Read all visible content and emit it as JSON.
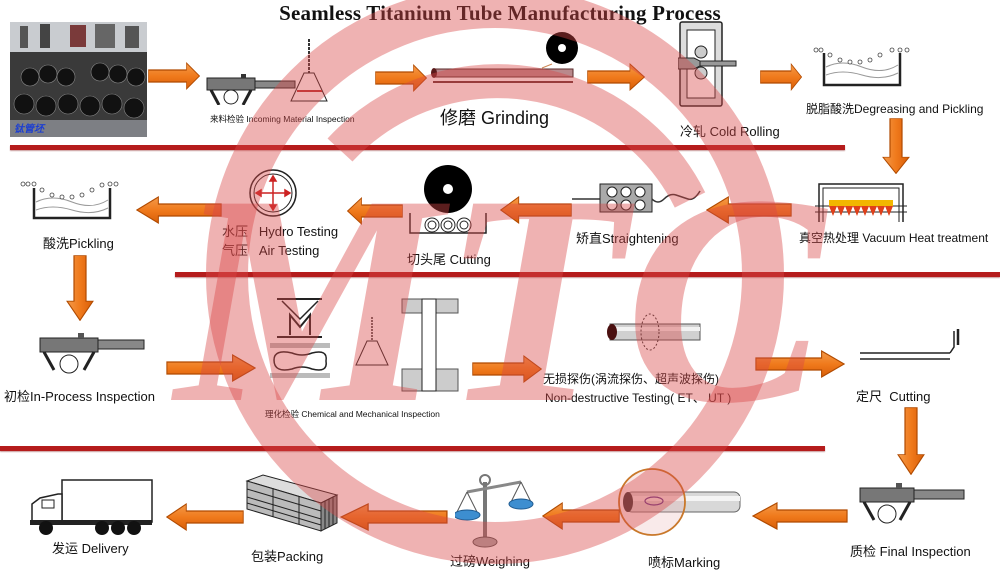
{
  "title": "Seamless Titanium Tube Manufacturing Process",
  "watermark": {
    "text": "MTC",
    "color": "#d94848"
  },
  "colors": {
    "arrow": "#f07a1c",
    "arrow_edge": "#b04a00",
    "rule": "#b51c1c"
  },
  "photo": {
    "caption": "钛管坯",
    "subject": "titanium tube stock photo"
  },
  "steps": [
    {
      "id": 1,
      "zh": "来料检验",
      "en": "Incoming Material Inspection",
      "icon": "caliper-flask-icon"
    },
    {
      "id": 2,
      "zh": "修磨",
      "en": "Grinding",
      "icon": "grinding-wheel-icon"
    },
    {
      "id": 3,
      "zh": "冷轧",
      "en": "Cold Rolling",
      "icon": "rolling-mill-icon"
    },
    {
      "id": 4,
      "zh": "脱脂酸洗",
      "en": "Degreasing and Pickling",
      "icon": "pickling-tank-icon"
    },
    {
      "id": 5,
      "zh": "真空热处理",
      "en": "Vacuum Heat treatment",
      "icon": "furnace-icon"
    },
    {
      "id": 6,
      "zh": "矫直",
      "en": "Straightening",
      "icon": "straightener-icon"
    },
    {
      "id": 7,
      "zh": "切头尾",
      "en": "Cutting",
      "icon": "saw-blade-icon"
    },
    {
      "id": 8,
      "zh": "水压",
      "en": "Hydro Testing",
      "zh2": "气压",
      "en2": "Air Testing",
      "icon": "pressure-test-icon"
    },
    {
      "id": 9,
      "zh": "酸洗",
      "en": "Pickling",
      "icon": "pickling-tank-icon"
    },
    {
      "id": 10,
      "zh": "初检",
      "en": "In-Process Inspection",
      "icon": "caliper-icon"
    },
    {
      "id": 11,
      "zh": "理化检验",
      "en": "Chemical and Mechanical Inspection",
      "icon": "lab-test-icon"
    },
    {
      "id": 12,
      "zh": "无损探伤(涡流探伤、超声波探伤)",
      "en": "Non-destructive Testing( ET、 UT )",
      "icon": "ndt-tube-icon"
    },
    {
      "id": 13,
      "zh": "定尺",
      "en": "Cutting",
      "icon": "cut-to-length-icon"
    },
    {
      "id": 14,
      "zh": "质检",
      "en": "Final Inspection",
      "icon": "caliper-icon"
    },
    {
      "id": 15,
      "zh": "喷标",
      "en": "Marking",
      "icon": "marking-tube-icon"
    },
    {
      "id": 16,
      "zh": "过磅",
      "en": "Weighing",
      "icon": "balance-scale-icon"
    },
    {
      "id": 17,
      "zh": "包装",
      "en": "Packing",
      "icon": "bundle-crate-icon"
    },
    {
      "id": 18,
      "zh": "发运",
      "en": "Delivery",
      "icon": "truck-icon"
    }
  ]
}
